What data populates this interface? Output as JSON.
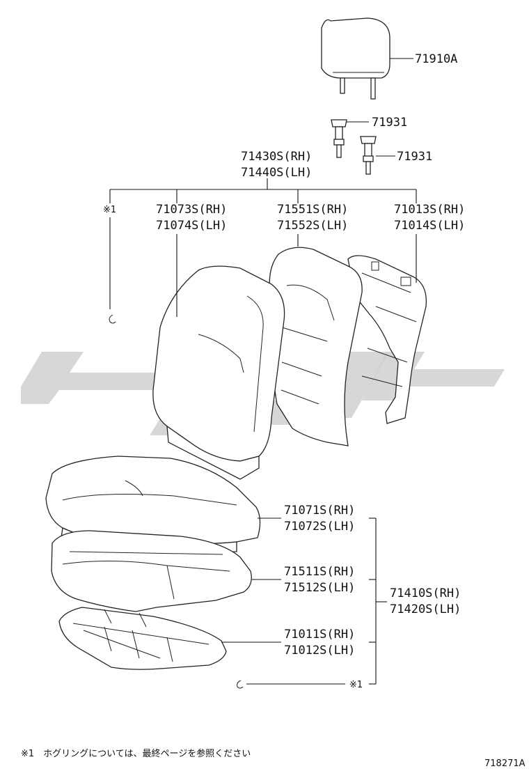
{
  "diagram": {
    "labels": {
      "headrest": "71910A",
      "support_upper": "71931",
      "support_lower": "71931",
      "back_assy_rh": "71430S(RH)",
      "back_assy_lh": "71440S(LH)",
      "back_cover_rh": "71073S(RH)",
      "back_cover_lh": "71074S(LH)",
      "back_pad_rh": "71551S(RH)",
      "back_pad_lh": "71552S(LH)",
      "back_frame_rh": "71013S(RH)",
      "back_frame_lh": "71014S(LH)",
      "cushion_cover_rh": "71071S(RH)",
      "cushion_cover_lh": "71072S(LH)",
      "cushion_pad_rh": "71511S(RH)",
      "cushion_pad_lh": "71512S(LH)",
      "cushion_frame_rh": "71011S(RH)",
      "cushion_frame_lh": "71012S(LH)",
      "cushion_assy_rh": "71410S(RH)",
      "cushion_assy_lh": "71420S(LH)",
      "ring_mark_top": "※1",
      "ring_mark_bottom": "※1"
    },
    "footnote": "※1　ホグリングについては、最終ページを参照ください",
    "figure_code": "718271A"
  }
}
